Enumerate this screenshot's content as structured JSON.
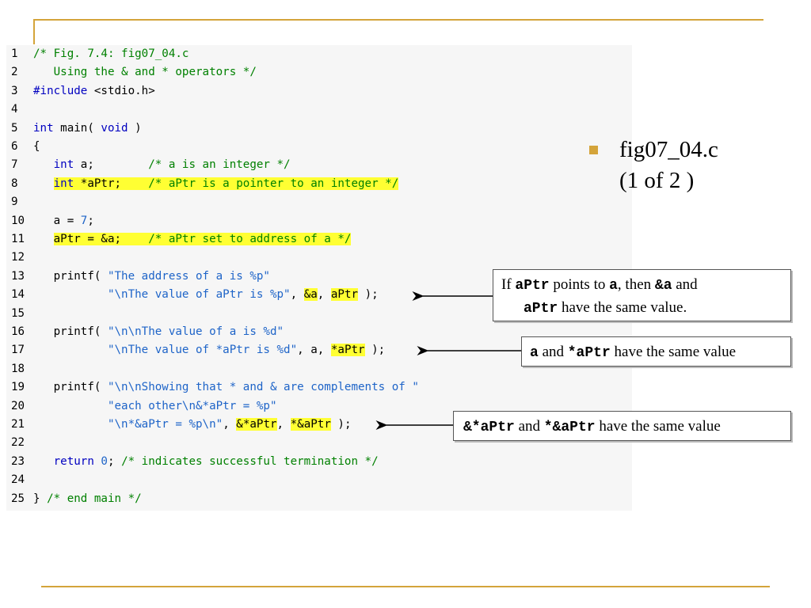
{
  "code": {
    "lines": [
      {
        "n": "1",
        "segs": [
          {
            "t": "/* Fig. 7.4: fig07_04.c",
            "c": "cm"
          }
        ]
      },
      {
        "n": "2",
        "segs": [
          {
            "t": "   Using the & and * operators */",
            "c": "cm"
          }
        ]
      },
      {
        "n": "3",
        "segs": [
          {
            "t": "#include",
            "c": "kw"
          },
          {
            "t": " <stdio.h>",
            "c": ""
          }
        ]
      },
      {
        "n": "4",
        "segs": []
      },
      {
        "n": "5",
        "segs": [
          {
            "t": "int",
            "c": "kw"
          },
          {
            "t": " main( ",
            "c": ""
          },
          {
            "t": "void",
            "c": "kw"
          },
          {
            "t": " )",
            "c": ""
          }
        ]
      },
      {
        "n": "6",
        "segs": [
          {
            "t": "{",
            "c": ""
          }
        ]
      },
      {
        "n": "7",
        "segs": [
          {
            "t": "   ",
            "c": ""
          },
          {
            "t": "int",
            "c": "kw"
          },
          {
            "t": " a;        ",
            "c": ""
          },
          {
            "t": "/* a is an integer */",
            "c": "cm"
          }
        ]
      },
      {
        "n": "8",
        "segs": [
          {
            "t": "   ",
            "c": ""
          },
          {
            "t": "int",
            "c": "kw hl"
          },
          {
            "t": " *aPtr;    ",
            "c": "hl"
          },
          {
            "t": "/* aPtr is a pointer to an integer */",
            "c": "cm hl"
          }
        ]
      },
      {
        "n": "9",
        "segs": []
      },
      {
        "n": "10",
        "segs": [
          {
            "t": "   a = ",
            "c": ""
          },
          {
            "t": "7",
            "c": "nm"
          },
          {
            "t": ";",
            "c": ""
          }
        ]
      },
      {
        "n": "11",
        "segs": [
          {
            "t": "   ",
            "c": ""
          },
          {
            "t": "aPtr = &a;    ",
            "c": "hl"
          },
          {
            "t": "/* aPtr set to address of a */",
            "c": "cm hl"
          }
        ]
      },
      {
        "n": "12",
        "segs": []
      },
      {
        "n": "13",
        "segs": [
          {
            "t": "   printf( ",
            "c": ""
          },
          {
            "t": "\"The address of a is %p\"",
            "c": "st"
          }
        ]
      },
      {
        "n": "14",
        "segs": [
          {
            "t": "           ",
            "c": ""
          },
          {
            "t": "\"\\nThe value of aPtr is %p\"",
            "c": "st"
          },
          {
            "t": ", ",
            "c": ""
          },
          {
            "t": "&a",
            "c": "hl"
          },
          {
            "t": ", ",
            "c": ""
          },
          {
            "t": "aPtr",
            "c": "hl"
          },
          {
            "t": " );",
            "c": ""
          }
        ]
      },
      {
        "n": "15",
        "segs": []
      },
      {
        "n": "16",
        "segs": [
          {
            "t": "   printf( ",
            "c": ""
          },
          {
            "t": "\"\\n\\nThe value of a is %d\"",
            "c": "st"
          }
        ]
      },
      {
        "n": "17",
        "segs": [
          {
            "t": "           ",
            "c": ""
          },
          {
            "t": "\"\\nThe value of *aPtr is %d\"",
            "c": "st"
          },
          {
            "t": ", a, ",
            "c": ""
          },
          {
            "t": "*aPtr",
            "c": "hl"
          },
          {
            "t": " );",
            "c": ""
          }
        ]
      },
      {
        "n": "18",
        "segs": []
      },
      {
        "n": "19",
        "segs": [
          {
            "t": "   printf( ",
            "c": ""
          },
          {
            "t": "\"\\n\\nShowing that * and & are complements of \"",
            "c": "st"
          }
        ]
      },
      {
        "n": "20",
        "segs": [
          {
            "t": "           ",
            "c": ""
          },
          {
            "t": "\"each other\\n&*aPtr = %p\"",
            "c": "st"
          }
        ]
      },
      {
        "n": "21",
        "segs": [
          {
            "t": "           ",
            "c": ""
          },
          {
            "t": "\"\\n*&aPtr = %p\\n\"",
            "c": "st"
          },
          {
            "t": ", ",
            "c": ""
          },
          {
            "t": "&*aPtr",
            "c": "hl"
          },
          {
            "t": ", ",
            "c": ""
          },
          {
            "t": "*&aPtr",
            "c": "hl"
          },
          {
            "t": " );",
            "c": ""
          }
        ]
      },
      {
        "n": "22",
        "segs": []
      },
      {
        "n": "23",
        "segs": [
          {
            "t": "   ",
            "c": ""
          },
          {
            "t": "return",
            "c": "kw"
          },
          {
            "t": " ",
            "c": ""
          },
          {
            "t": "0",
            "c": "nm"
          },
          {
            "t": "; ",
            "c": ""
          },
          {
            "t": "/* indicates successful termination */",
            "c": "cm"
          }
        ]
      },
      {
        "n": "24",
        "segs": []
      },
      {
        "n": "25",
        "segs": [
          {
            "t": "} ",
            "c": ""
          },
          {
            "t": "/* end main */",
            "c": "cm"
          }
        ]
      }
    ]
  },
  "bullet": {
    "line1": "fig07_04.c",
    "line2": "(1 of 2 )"
  },
  "callouts": {
    "c1": {
      "p1": "If ",
      "code1": "aPtr",
      "p2": " points to ",
      "code2": "a",
      "p3": ", then ",
      "code3": "&a",
      "p4": " and",
      "code4": "aPtr",
      "p5": " have the same value."
    },
    "c2": {
      "code1": "a",
      "p1": " and ",
      "code2": "*aPtr",
      "p2": " have the same value"
    },
    "c3": {
      "code1": "&*aPtr",
      "p1": " and ",
      "code2": "*&aPtr",
      "p2": " have the same value"
    }
  },
  "colors": {
    "accent": "#d4a43a",
    "highlight": "#ffff33",
    "comment": "#008000",
    "keyword": "#0000c0",
    "string": "#1e64c8"
  }
}
